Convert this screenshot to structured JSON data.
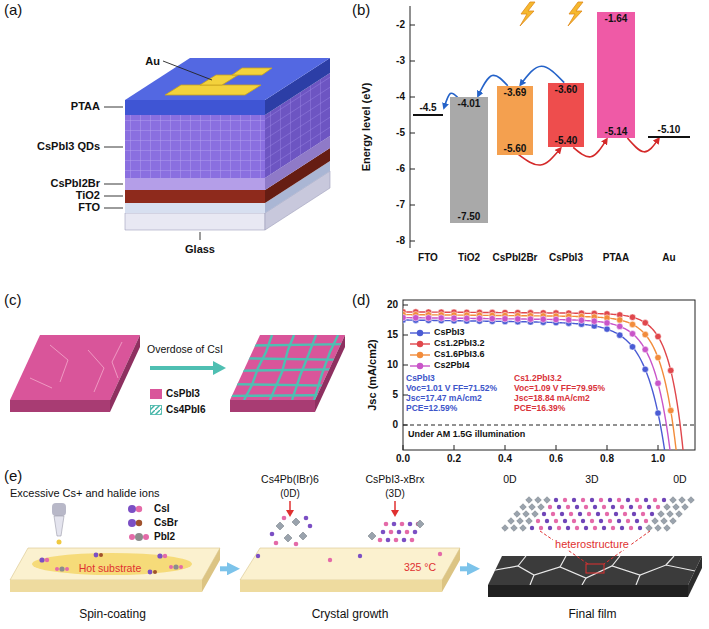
{
  "diagram": {
    "nodes": [
      {
        "text": [
          "-4.5"
        ]
      },
      {
        "text": [
          "-4.01",
          "-7.50"
        ]
      },
      {
        "text": [
          "-3.69",
          "-5.60"
        ]
      },
      {
        "text": [
          "-3.60",
          "-5.40"
        ]
      },
      {
        "text": [
          "-1.64",
          "-5.14"
        ]
      },
      {
        "text": [
          "-5.10"
        ]
      },
      {
        "text": [
          "Spin-coating"
        ]
      },
      {
        "text": [
          "Crystal growth"
        ]
      },
      {
        "text": [
          "Final film"
        ]
      }
    ],
    "edges": [
      {
        "from": 3,
        "to": 2,
        "arrow": "to"
      },
      {
        "from": 2,
        "to": 1,
        "arrow": "to"
      },
      {
        "from": 1,
        "to": 0,
        "arrow": "to"
      },
      {
        "from": 2,
        "to": 3,
        "arrow": "to"
      },
      {
        "from": 3,
        "to": 4,
        "arrow": "to"
      },
      {
        "from": 4,
        "to": 5,
        "arrow": "to"
      },
      {
        "from": 6,
        "to": 7,
        "arrow": "to"
      },
      {
        "from": 7,
        "to": 8,
        "arrow": "to"
      }
    ],
    "labels": [
      "(a)",
      "Au",
      "PTAA",
      "CsPbI3 QDs",
      "CsPbI2Br",
      "TiO2",
      "FTO",
      "Glass",
      "(b)",
      "Energy level (eV)",
      "-2",
      "-3",
      "-4",
      "-5",
      "-6",
      "-7",
      "-8",
      "FTO",
      "TiO2",
      "CsPbI2Br",
      "CsPbI3",
      "PTAA",
      "Au",
      "(c)",
      "Overdose of CsI",
      "(d)",
      "Jsc (mA/cm2)",
      "20",
      "15",
      "10",
      "5",
      "0",
      "0.0",
      "0.2",
      "0.4",
      "0.6",
      "0.8",
      "1.0",
      "CsPbI3",
      "Voc=1.01 V FF=71.52%",
      "Jsc=17.47 mA/cm2",
      "PCE=12.59%",
      "Cs1.2PbI3.2",
      "Voc=1.09 V FF=79.95%",
      "Jsc=18.84 mA/cm2",
      "PCE=16.39%",
      "Under AM 1.5G illumination",
      "(e)",
      "Excessive Cs+ and halide ions",
      "Hot substrate",
      "Cs4Pb(IBr)6",
      "CsPbI3-xBrx",
      "(0D)",
      "(3D)",
      "325 °C",
      "0D",
      "3D",
      "0D",
      "heterostructure"
    ],
    "legend": [
      {
        "text": "CsPbI3",
        "color": "#d9559a"
      },
      {
        "text": "Cs4PbI6"
      },
      {
        "text": "CsPbI3"
      },
      {
        "text": "Cs1.2PbI3.2"
      },
      {
        "text": "Cs1.6PbI3.6"
      },
      {
        "text": "Cs2PbI4"
      },
      {
        "text": "CsI"
      },
      {
        "text": "CsBr"
      },
      {
        "text": "PbI2"
      }
    ]
  }
}
